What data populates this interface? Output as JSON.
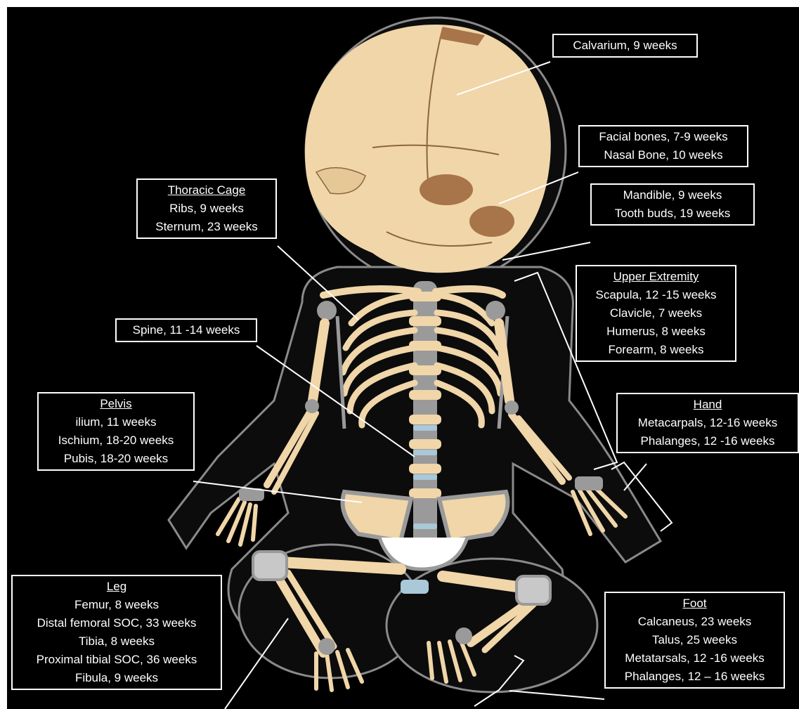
{
  "labels": {
    "calvarium": {
      "lines": [
        "Calvarium,  9 weeks"
      ]
    },
    "facial": {
      "lines": [
        "Facial bones, 7-9 weeks",
        "Nasal Bone, 10 weeks"
      ]
    },
    "mandible": {
      "lines": [
        "Mandible, 9 weeks",
        "Tooth buds, 19 weeks"
      ]
    },
    "thoracic": {
      "heading": "Thoracic Cage",
      "lines": [
        "Ribs, 9 weeks",
        "Sternum, 23 weeks"
      ]
    },
    "spine": {
      "lines": [
        "Spine, 11 -14 weeks"
      ]
    },
    "upper": {
      "heading": "Upper Extremity",
      "lines": [
        "Scapula, 12 -15 weeks",
        "Clavicle, 7 weeks",
        "Humerus, 8 weeks",
        "Forearm, 8 weeks"
      ]
    },
    "pelvis": {
      "heading": "Pelvis",
      "lines": [
        "ilium, 11 weeks",
        "Ischium, 18-20 weeks",
        "Pubis, 18-20 weeks"
      ]
    },
    "hand": {
      "heading": "Hand",
      "lines": [
        "Metacarpals, 12-16 weeks",
        "Phalanges, 12 -16 weeks"
      ]
    },
    "leg": {
      "heading": "Leg",
      "lines": [
        "Femur, 8 weeks",
        "Distal femoral SOC, 33 weeks",
        "Tibia,  8 weeks",
        "Proximal tibial SOC, 36 weeks",
        "Fibula, 9 weeks"
      ]
    },
    "foot": {
      "heading": "Foot",
      "lines": [
        "Calcaneus, 23 weeks",
        "Talus, 25 weeks",
        "Metatarsals,  12 -16 weeks",
        "Phalanges, 12 – 16 weeks"
      ]
    }
  },
  "colors": {
    "background": "#000000",
    "bone": "#f0d6a8",
    "cartilage": "#a0a0a0",
    "ossification": "#a8744a",
    "label_border": "#ffffff"
  }
}
